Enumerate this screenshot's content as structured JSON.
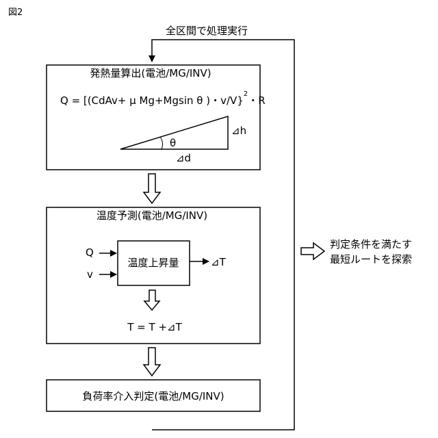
{
  "figure_label": "図2",
  "loop_label": "全区間で処理実行",
  "heat_block": {
    "title": "発熱量算出(電池/MG/INV)",
    "formula_main": "Q = [(CdAv+ μ Mg+Mgsin θ )・v/V}",
    "formula_exp": "2",
    "formula_tail": "・R",
    "triangle_angle": "θ",
    "triangle_height": "⊿h",
    "triangle_base": "⊿d"
  },
  "temp_block": {
    "title": "温度予測(電池/MG/INV)",
    "input_q": "Q",
    "input_v": "v",
    "inner_box": "温度上昇量",
    "output": "⊿T",
    "update_formula": "T = T +⊿T"
  },
  "judge_block": {
    "title": "負荷率介入判定(電池/MG/INV)"
  },
  "side_note": {
    "line1": "判定条件を満たす",
    "line2": "最短ルートを探索"
  }
}
